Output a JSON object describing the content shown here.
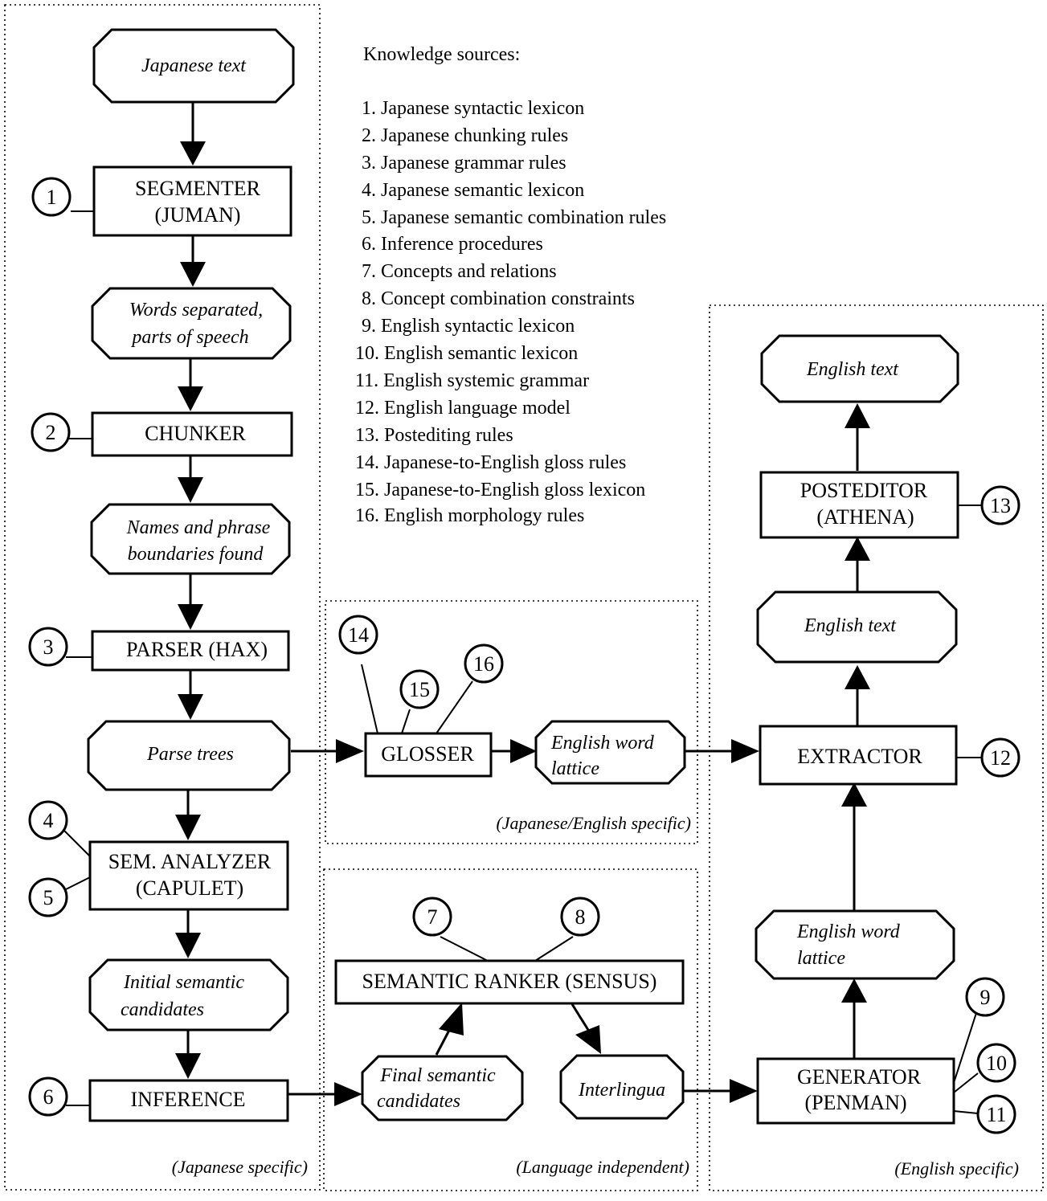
{
  "knowledge_sources": {
    "title": "Knowledge sources:",
    "items": [
      "1. Japanese syntactic lexicon",
      "2. Japanese chunking rules",
      "3. Japanese grammar rules",
      "4. Japanese semantic lexicon",
      "5. Japanese semantic combination rules",
      "6. Inference procedures",
      "7. Concepts and relations",
      "8. Concept combination constraints",
      "9. English syntactic lexicon",
      "10. English semantic lexicon",
      "11. English systemic grammar",
      "12. English language model",
      "13. Postediting rules",
      "14. Japanese-to-English gloss rules",
      "15. Japanese-to-English gloss lexicon",
      "16. English morphology rules"
    ]
  },
  "groups": {
    "japanese": "(Japanese specific)",
    "gloss": "(Japanese/English specific)",
    "language_independent": "(Language independent)",
    "english": "(English specific)"
  },
  "nodes": {
    "japanese_text": "Japanese text",
    "segmenter": [
      "SEGMENTER",
      "(JUMAN)"
    ],
    "words_separated": [
      "Words separated,",
      "parts of speech"
    ],
    "chunker": "CHUNKER",
    "names_phrase": [
      "Names and phrase",
      "boundaries found"
    ],
    "parser": "PARSER   (HAX)",
    "parse_trees": "Parse trees",
    "sem_analyzer": [
      "SEM. ANALYZER",
      "(CAPULET)"
    ],
    "initial_semantic": [
      "Initial semantic",
      "candidates"
    ],
    "inference": "INFERENCE",
    "glosser": "GLOSSER",
    "gloss_lattice": [
      "English word",
      "lattice"
    ],
    "semantic_ranker": "SEMANTIC RANKER   (SENSUS)",
    "final_semantic": [
      "Final semantic",
      "candidates"
    ],
    "interlingua": "Interlingua",
    "english_text_top": "English  text",
    "posteditor": [
      "POSTEDITOR",
      "(ATHENA)"
    ],
    "english_text_mid": "English  text",
    "extractor": "EXTRACTOR",
    "english_word_lattice": [
      "English word",
      "lattice"
    ],
    "generator": [
      "GENERATOR",
      "(PENMAN)"
    ]
  },
  "circles": {
    "c1": "1",
    "c2": "2",
    "c3": "3",
    "c4": "4",
    "c5": "5",
    "c6": "6",
    "c7": "7",
    "c8": "8",
    "c9": "9",
    "c10": "10",
    "c11": "11",
    "c12": "12",
    "c13": "13",
    "c14": "14",
    "c15": "15",
    "c16": "16"
  }
}
